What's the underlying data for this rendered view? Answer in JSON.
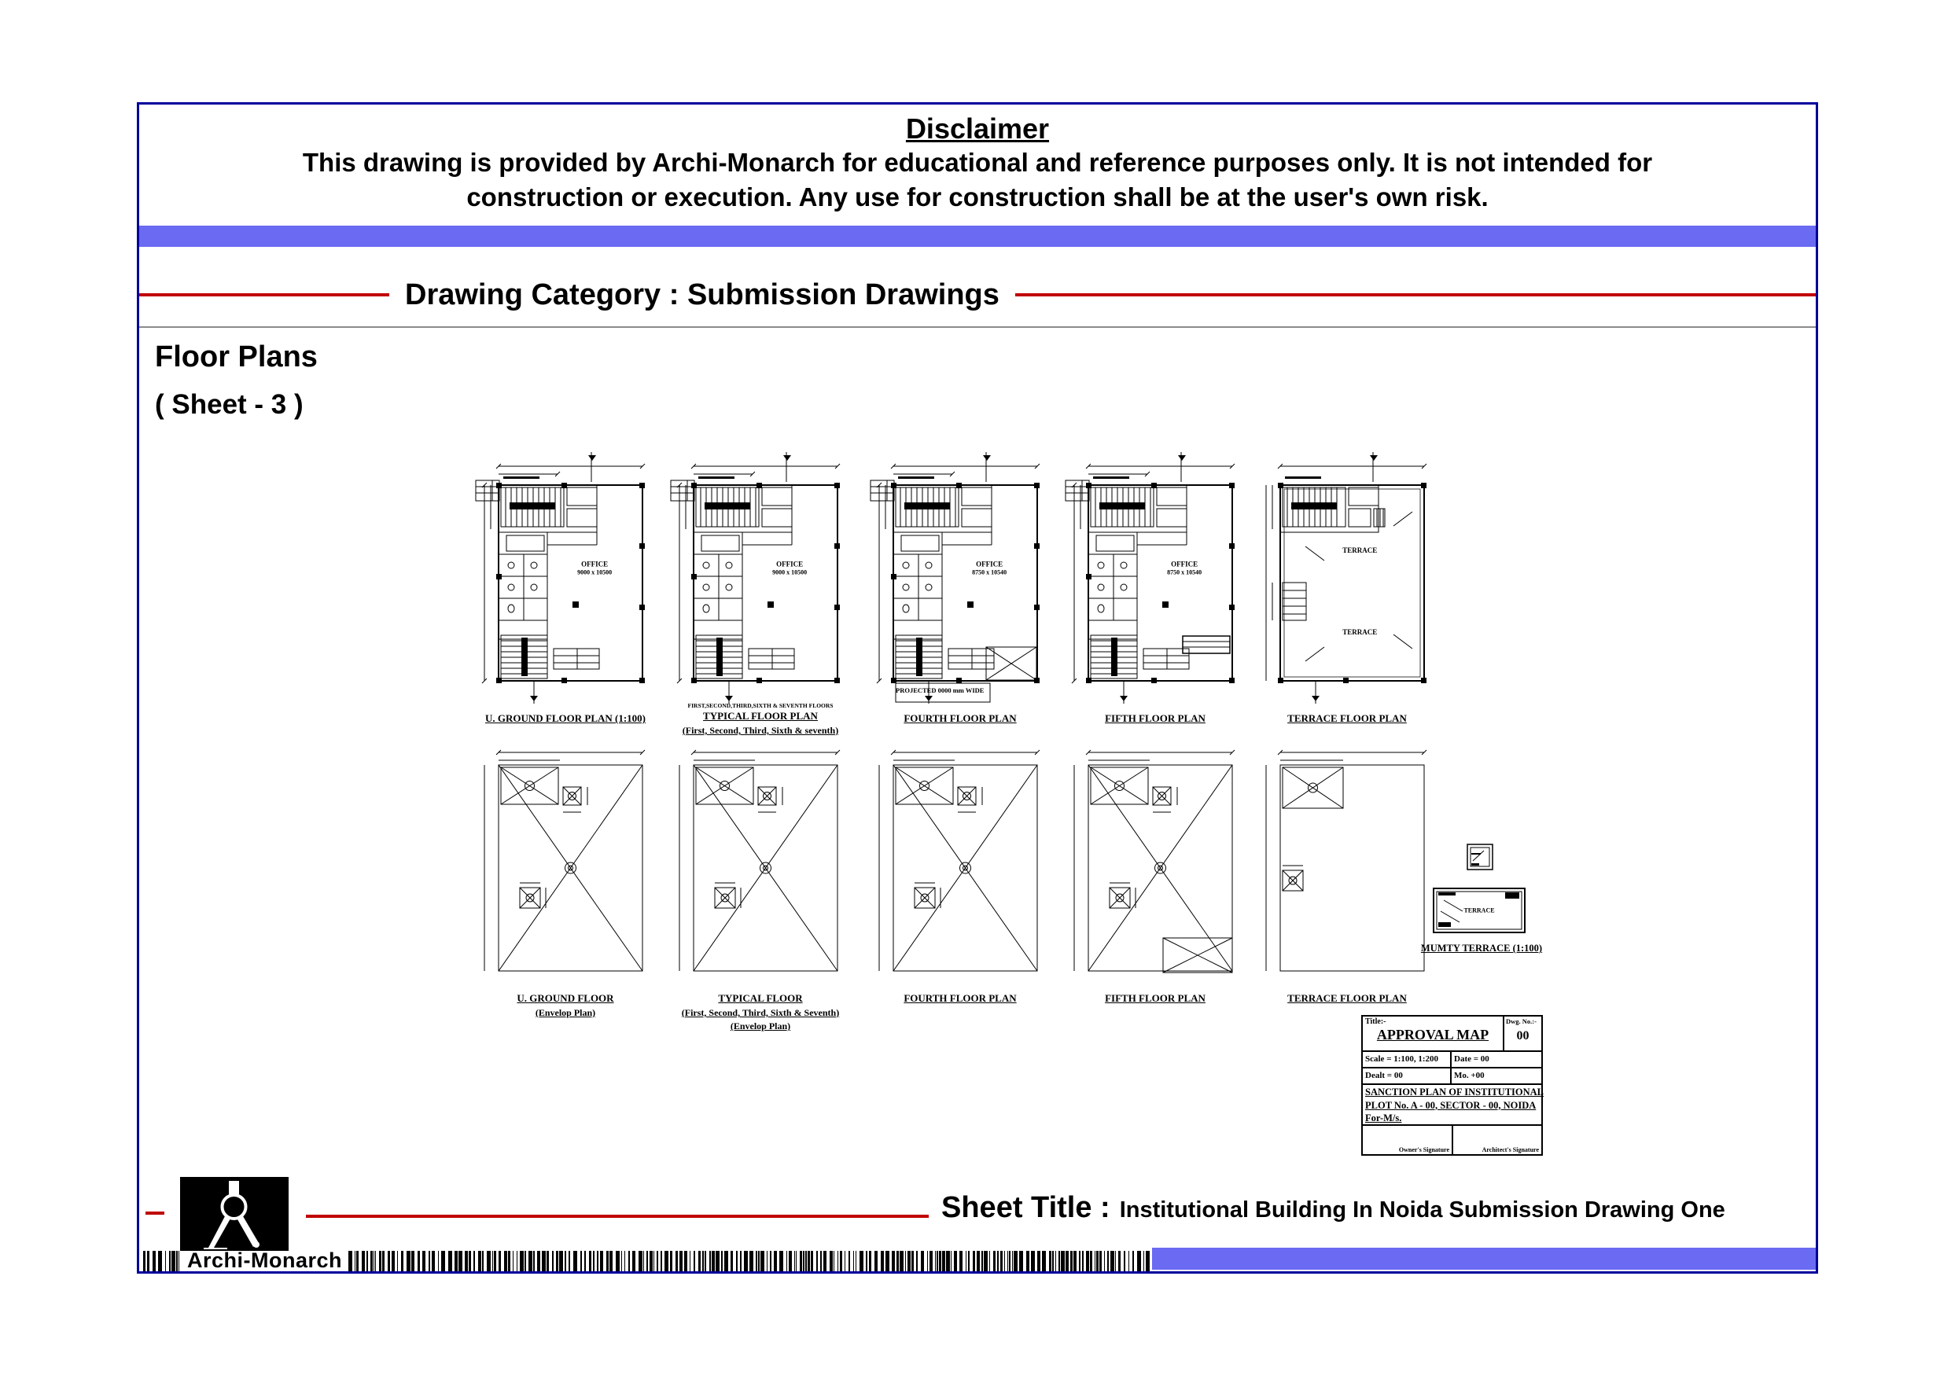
{
  "disclaimer": {
    "title": "Disclaimer",
    "line1": "This drawing is provided by Archi-Monarch for educational and reference purposes only. It is not intended for",
    "line2": "construction or execution. Any use for construction shall be at the user's own risk."
  },
  "category": {
    "label": "Drawing Category : Submission Drawings"
  },
  "section": {
    "title": "Floor Plans",
    "subtitle": "( Sheet - 3 )"
  },
  "plans_row1": [
    {
      "label": "U. GROUND FLOOR PLAN (1:100)",
      "office": "OFFICE",
      "dims": "9000 x 10500"
    },
    {
      "label": "TYPICAL FLOOR PLAN",
      "sublabel": "(First, Second, Third, Sixth & seventh)",
      "note": "FIRST,SECOND,THIRD,SIXTH & SEVENTH FLOORS",
      "office": "OFFICE",
      "dims": "9000 x 10500"
    },
    {
      "label": "FOURTH FLOOR PLAN",
      "office": "OFFICE",
      "dims": "8750 x 10540",
      "note_below": "PROJECTED 0000 mm WIDE"
    },
    {
      "label": "FIFTH FLOOR PLAN",
      "office": "OFFICE",
      "dims": "8750 x 10540"
    },
    {
      "label": "TERRACE FLOOR PLAN",
      "terrace_upper": "TERRACE",
      "terrace_lower": "TERRACE"
    }
  ],
  "plans_row2": [
    {
      "label": "U. GROUND FLOOR",
      "sub": "(Envelop Plan)"
    },
    {
      "label": "TYPICAL FLOOR",
      "sub": "(First, Second, Third, Sixth & Seventh)",
      "sub2": "(Envelop Plan)"
    },
    {
      "label": "FOURTH FLOOR PLAN"
    },
    {
      "label": "FIFTH FLOOR PLAN"
    },
    {
      "label": "TERRACE FLOOR PLAN"
    }
  ],
  "mumty_detail": {
    "label": "MUMTY TERRACE (1:100)",
    "terrace": "TERRACE"
  },
  "title_block": {
    "title_label": "Title:-",
    "title": "APPROVAL MAP",
    "dwg_no_label": "Dwg. No.:-",
    "dwg_no": "00",
    "scale": "Scale = 1:100, 1:200",
    "date": "Date = 00",
    "dealt": "Dealt = 00",
    "mo": "Mo. +00",
    "line1": "SANCTION PLAN OF INSTITUTIONAL",
    "line2": "PLOT No. A - 00, SECTOR - 00, NOIDA",
    "line3": "For-M/s.",
    "owner_sig": "Owner's Signature",
    "architect_sig": "Architect's Signature"
  },
  "footer": {
    "sheet_title_label": "Sheet Title :",
    "sheet_title": "Institutional Building In Noida Submission Drawing One",
    "brand": "Archi-Monarch"
  },
  "colors": {
    "border_navy": "#00009b",
    "band_purple": "#6a6af2",
    "accent_red": "#c00000",
    "ink": "#000000"
  }
}
